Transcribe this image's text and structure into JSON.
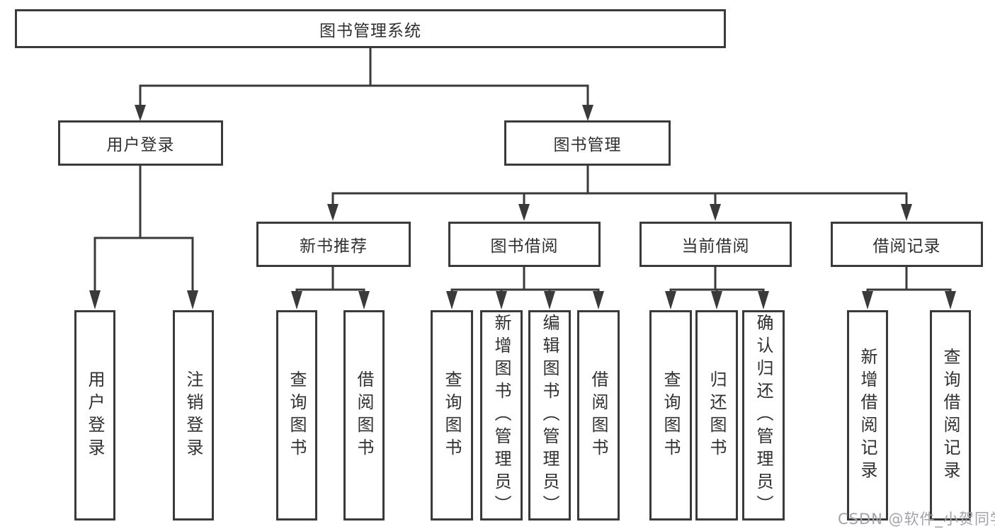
{
  "colors": {
    "line": "#3a3a3a",
    "box_border": "#3a3a3a",
    "box_fill": "#ffffff",
    "text": "#303030",
    "watermark": "#a2a2aa"
  },
  "tree": {
    "root": {
      "label": "图书管理系统"
    },
    "branches": [
      {
        "label": "用户登录",
        "children": [
          {
            "label": "用户登录"
          },
          {
            "label": "注销登录"
          }
        ]
      },
      {
        "label": "图书管理",
        "groups": [
          {
            "label": "新书推荐",
            "children": [
              {
                "label": "查询图书"
              },
              {
                "label": "借阅图书"
              }
            ]
          },
          {
            "label": "图书借阅",
            "children": [
              {
                "label": "查询图书"
              },
              {
                "label": "新增图书（管理员）"
              },
              {
                "label": "编辑图书（管理员）"
              },
              {
                "label": "借阅图书"
              }
            ]
          },
          {
            "label": "当前借阅",
            "children": [
              {
                "label": "查询图书"
              },
              {
                "label": "归还图书"
              },
              {
                "label": "确认归还（管理员）"
              }
            ]
          },
          {
            "label": "借阅记录",
            "children": [
              {
                "label": "新增借阅记录"
              },
              {
                "label": "查询借阅记录"
              }
            ]
          }
        ]
      }
    ]
  },
  "watermark": {
    "text": "CSDN @软件_小贺同学"
  }
}
